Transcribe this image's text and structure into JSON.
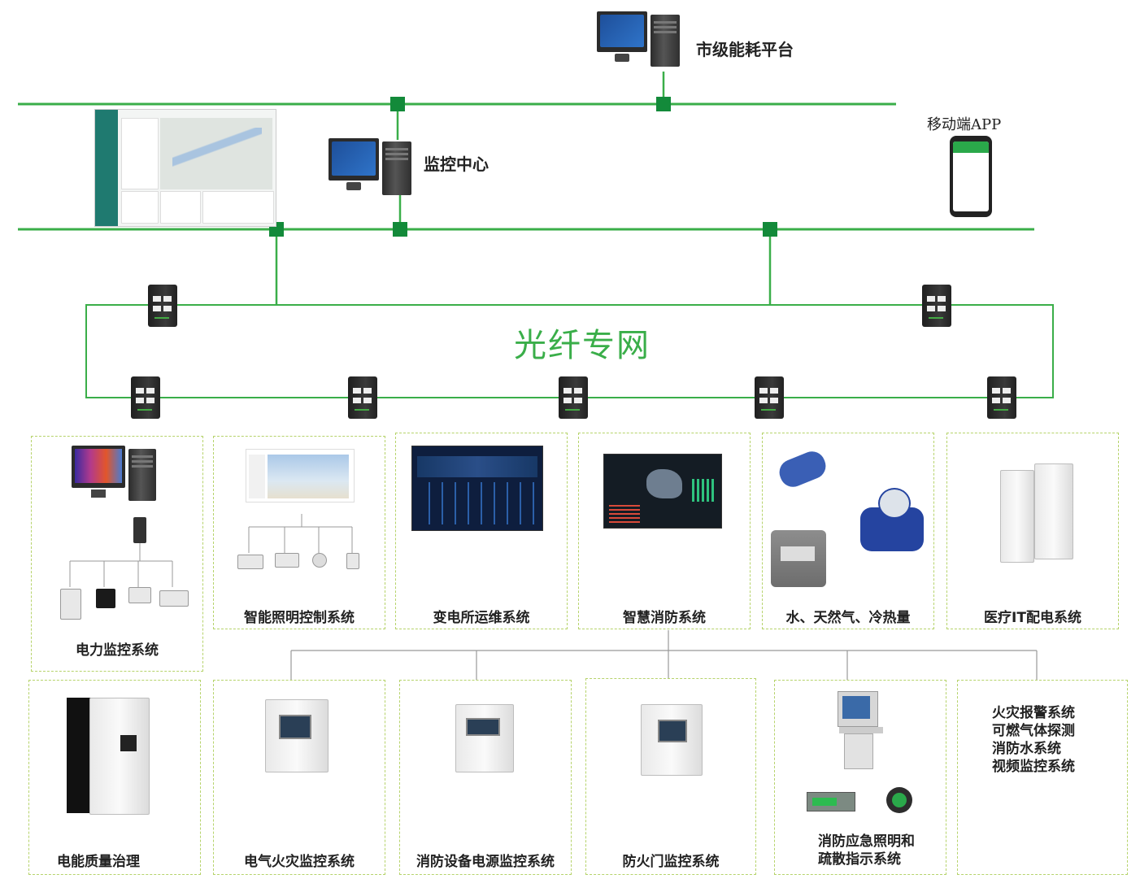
{
  "title": "",
  "nodes": {
    "city_platform": "市级能耗平台",
    "monitor_center": "监控中心",
    "mobile_app": "移动端APP",
    "fiber_network": "光纤专网"
  },
  "subsystems_row1": [
    {
      "id": "power",
      "label": "电力监控系统"
    },
    {
      "id": "lighting",
      "label": "智能照明控制系统"
    },
    {
      "id": "substation",
      "label": "变电所运维系统"
    },
    {
      "id": "fire",
      "label": "智慧消防系统"
    },
    {
      "id": "utility",
      "label": "水、天然气、冷热量"
    },
    {
      "id": "medical",
      "label": "医疗IT配电系统"
    }
  ],
  "subsystems_row2": [
    {
      "id": "quality",
      "label": "电能质量治理"
    },
    {
      "id": "electric_fire",
      "label": "电气火灾监控系统"
    },
    {
      "id": "fire_power",
      "label": "消防设备电源监控系统"
    },
    {
      "id": "fire_door",
      "label": "防火门监控系统"
    },
    {
      "id": "emergency",
      "label_lines": [
        "消防应急照明和",
        "疏散指示系统"
      ]
    },
    {
      "id": "others",
      "label_lines": [
        "火灾报警系统",
        "可燃气体探测",
        "消防水系统",
        "视频监控系统"
      ]
    }
  ],
  "colors": {
    "network_line": "#3aae49",
    "node_square": "#138a3a",
    "fiber_text": "#3aae49",
    "box_border": "#b6d36b",
    "tree_line": "#999999"
  }
}
